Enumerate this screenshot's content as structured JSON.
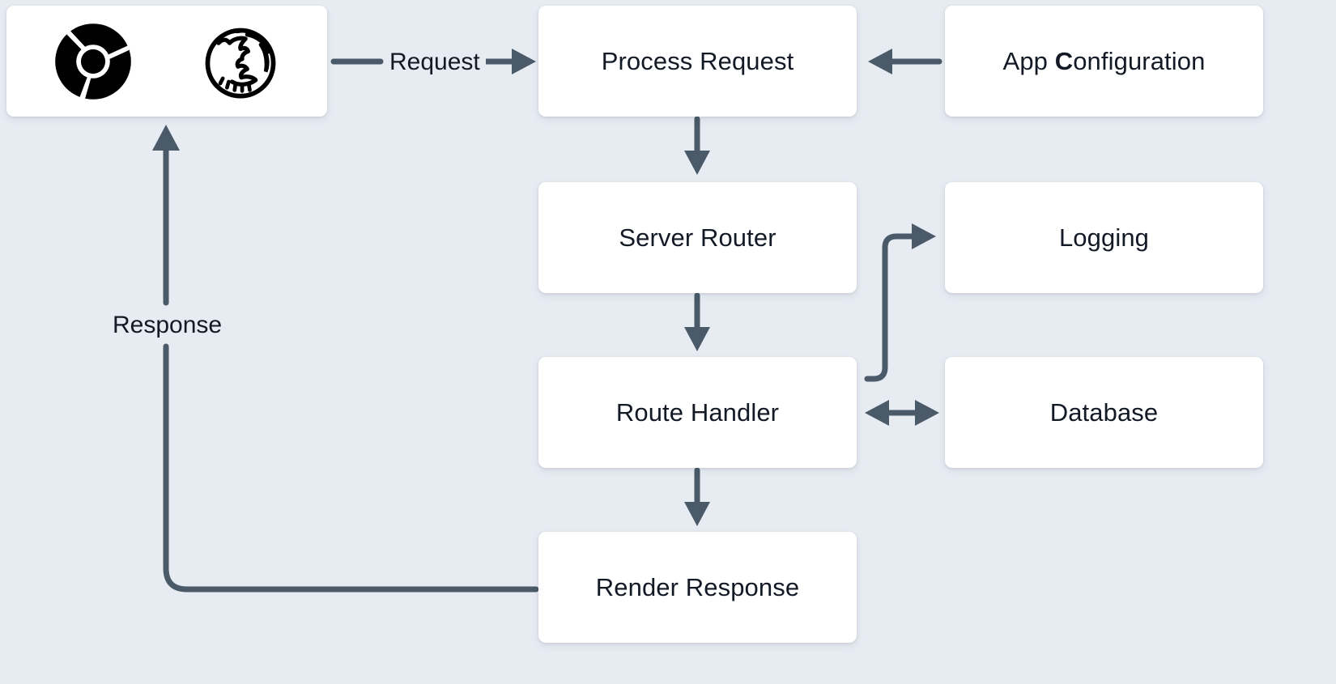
{
  "canvas": {
    "background_color": "#e7ebf2",
    "node_fill": "#ffffff",
    "connector_color": "#4a5a68",
    "text_color": "#131a26"
  },
  "nodes": {
    "client": {
      "name": "client-browsers",
      "icons": [
        "chrome-icon",
        "firefox-icon"
      ]
    },
    "process_request": {
      "label": "Process Request"
    },
    "app_configuration": {
      "label": "App Configuration",
      "label_part_1": "App ",
      "label_heavy_glyph": "C",
      "label_part_2": "onfiguration"
    },
    "server_router": {
      "label": "Server Router"
    },
    "logging": {
      "label": "Logging"
    },
    "route_handler": {
      "label": "Route Handler"
    },
    "database": {
      "label": "Database"
    },
    "render_response": {
      "label": "Render Response"
    }
  },
  "edges": {
    "request": {
      "label": "Request",
      "from": "client",
      "to": "process_request",
      "direction": "forward"
    },
    "response": {
      "label": "Response",
      "from": "render_response",
      "to": "client",
      "direction": "forward"
    },
    "config_to_process": {
      "label": "",
      "from": "app_configuration",
      "to": "process_request",
      "direction": "forward"
    },
    "process_to_router": {
      "label": "",
      "from": "process_request",
      "to": "server_router",
      "direction": "forward"
    },
    "router_to_handler": {
      "label": "",
      "from": "server_router",
      "to": "route_handler",
      "direction": "forward"
    },
    "handler_to_logging": {
      "label": "",
      "from": "route_handler",
      "to": "logging",
      "direction": "forward"
    },
    "handler_to_database": {
      "label": "",
      "from": "route_handler",
      "to": "database",
      "direction": "bidirectional"
    },
    "handler_to_render": {
      "label": "",
      "from": "route_handler",
      "to": "render_response",
      "direction": "forward"
    }
  }
}
